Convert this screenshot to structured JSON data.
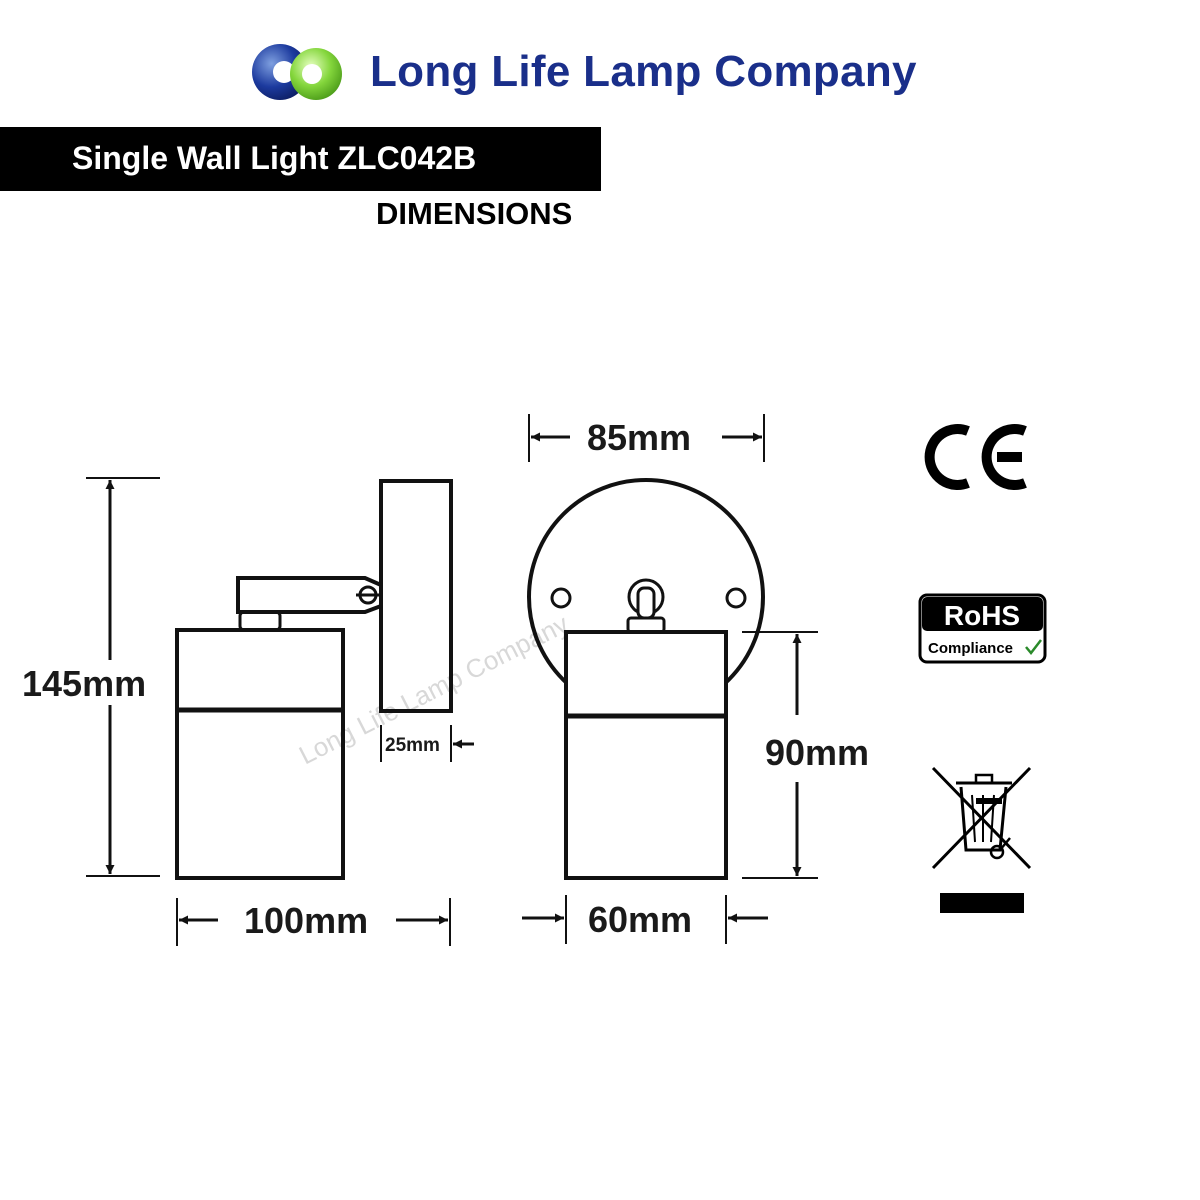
{
  "header": {
    "company_name": "Long Life Lamp Company",
    "product_title": "Single Wall Light ZLC042B",
    "section_label": "DIMENSIONS"
  },
  "dimensions": {
    "height": "145mm",
    "depth": "100mm",
    "base_thickness": "25mm",
    "base_diameter": "85mm",
    "head_height": "90mm",
    "head_width": "60mm"
  },
  "watermark": {
    "text": "Long Life Lamp Company"
  },
  "certifications": {
    "ce": "CE",
    "rohs_title": "RoHS",
    "rohs_subtitle": "Compliance"
  },
  "colors": {
    "brand_blue": "#1a2f8a",
    "logo_green": "#7ad13a",
    "title_bar": "#000000"
  }
}
